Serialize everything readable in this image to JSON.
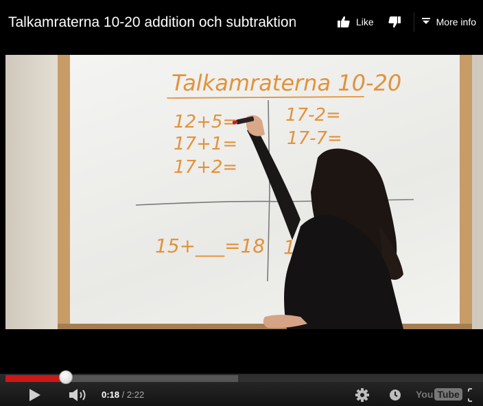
{
  "video": {
    "title": "Talkamraterna 10-20 addition och subtraktion"
  },
  "actions": {
    "like_label": "Like",
    "more_info_label": "More info"
  },
  "whiteboard": {
    "heading": "Talkamraterna 10-20",
    "equations_left": [
      "12+5=",
      "17+1=",
      "17+2="
    ],
    "equations_right": [
      "17-2=",
      "17-7="
    ],
    "bottom_left": "15+___=18",
    "bottom_right": "17"
  },
  "playback": {
    "current_time": "0:18",
    "separator": " / ",
    "duration": "2:22",
    "played_fraction": 0.127,
    "buffered_fraction": 0.487
  },
  "branding": {
    "you": "You",
    "tube": "Tube"
  },
  "icons": {
    "like": "thumbs-up-icon",
    "dislike": "thumbs-down-icon",
    "more_info": "chevron-down-icon",
    "play": "play-icon",
    "volume": "volume-icon",
    "settings": "gear-icon",
    "watch_later": "clock-icon",
    "fullscreen": "fullscreen-icon"
  },
  "colors": {
    "progress_played": "#cc1818",
    "marker": "#e2923a"
  }
}
